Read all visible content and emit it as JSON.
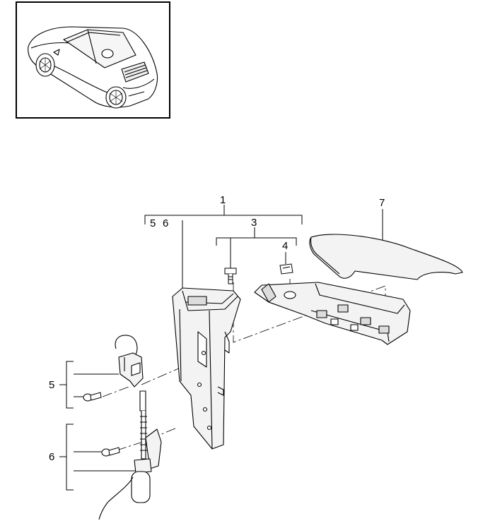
{
  "colors": {
    "line": "#000000",
    "background": "#ffffff",
    "part_fill": "#f3f3f3",
    "part_shade": "#dcdcdc"
  },
  "thumbnail": {
    "icon": "convertible-car-icon"
  },
  "callouts": {
    "c1": "1",
    "c3": "3",
    "c4": "4",
    "c5": "5",
    "c6": "6",
    "c7": "7",
    "c5_sub": "5",
    "c6_sub": "6"
  }
}
